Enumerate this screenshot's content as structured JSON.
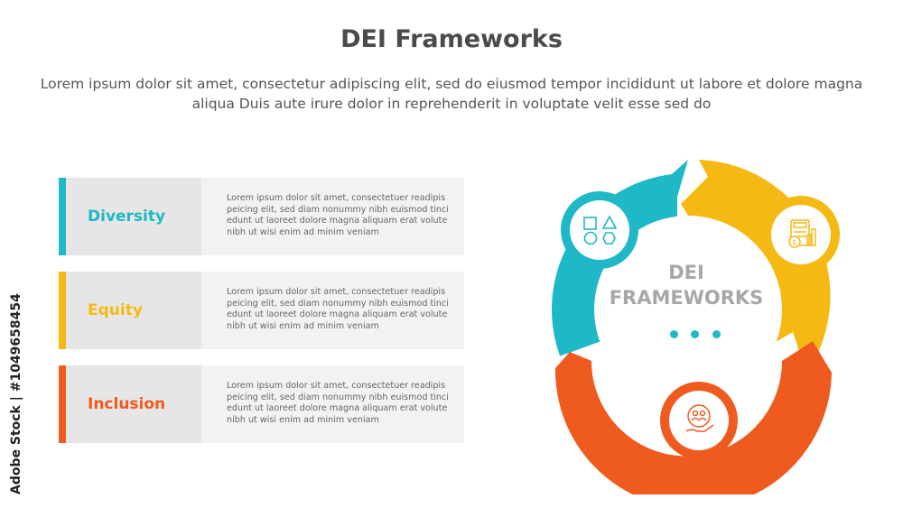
{
  "header": {
    "title": "DEI Frameworks",
    "subtitle": "Lorem ipsum dolor sit amet, consectetur adipiscing elit, sed do eiusmod tempor incididunt ut labore et dolore magna aliqua Duis aute irure dolor in reprehenderit in voluptate velit esse sed do"
  },
  "items": [
    {
      "label": "Diversity",
      "color": "#1eb8c6",
      "icon": "shapes-icon",
      "text": "Lorem ipsum dolor sit amet, consectetuer readipis peicing elit, sed diam nonummy nibh euismod tinci edunt ut laoreet dolore magna aliquam erat volute nibh ut wisi enim ad minim veniam"
    },
    {
      "label": "Equity",
      "color": "#f5b914",
      "icon": "calculator-money-icon",
      "text": "Lorem ipsum dolor sit amet, consectetuer readipis peicing elit, sed diam nonummy nibh euismod tinci edunt ut laoreet dolore magna aliquam erat volute nibh ut wisi enim ad minim veniam"
    },
    {
      "label": "Inclusion",
      "color": "#ef5a1e",
      "icon": "hand-people-icon",
      "text": "Lorem ipsum dolor sit amet, consectetuer readipis peicing elit, sed diam nonummy nibh euismod tinci edunt ut laoreet dolore magna aliquam erat volute nibh ut wisi enim ad minim veniam"
    }
  ],
  "cycle": {
    "center_line1": "DEI",
    "center_line2": "FRAMEWORKS"
  },
  "watermark": {
    "side_text": "Adobe Stock | #1049658454"
  }
}
